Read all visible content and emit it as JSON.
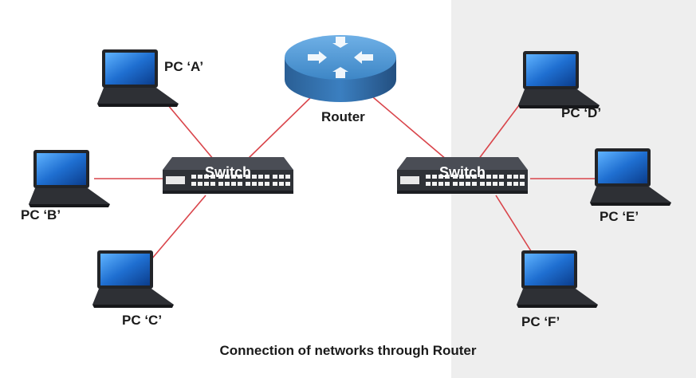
{
  "router": {
    "label": "Router"
  },
  "switches": [
    {
      "label": "Switch"
    },
    {
      "label": "Switch"
    }
  ],
  "pcs": [
    {
      "label": "PC ‘A’"
    },
    {
      "label": "PC ‘B’"
    },
    {
      "label": "PC ‘C’"
    },
    {
      "label": "PC ‘D’"
    },
    {
      "label": "PC ‘E’"
    },
    {
      "label": "PC ‘F’"
    }
  ],
  "caption": "Connection of networks through Router",
  "colors": {
    "link": "#d9454b",
    "router": "#2f76b4",
    "switch": "#3a3d44",
    "laptop_screen": "#1f6fd1",
    "right_panel": "#eeeeee"
  }
}
